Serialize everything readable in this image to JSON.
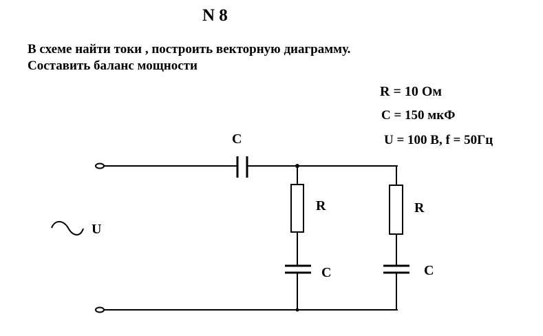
{
  "title": "N 8",
  "task": {
    "line1": "В схеме найти токи , построить векторную диаграмму.",
    "line2": "Составить баланс мощности"
  },
  "params": {
    "r": "R =  10 Ом",
    "c": "C = 150 мкФ",
    "u": "U = 100 В, f = 50Гц"
  },
  "labels": {
    "c_series": "C",
    "r_branch1": "R",
    "c_branch1": "C",
    "r_branch2": "R",
    "c_branch2": "C",
    "source": "U",
    "ac_symbol": "~"
  }
}
